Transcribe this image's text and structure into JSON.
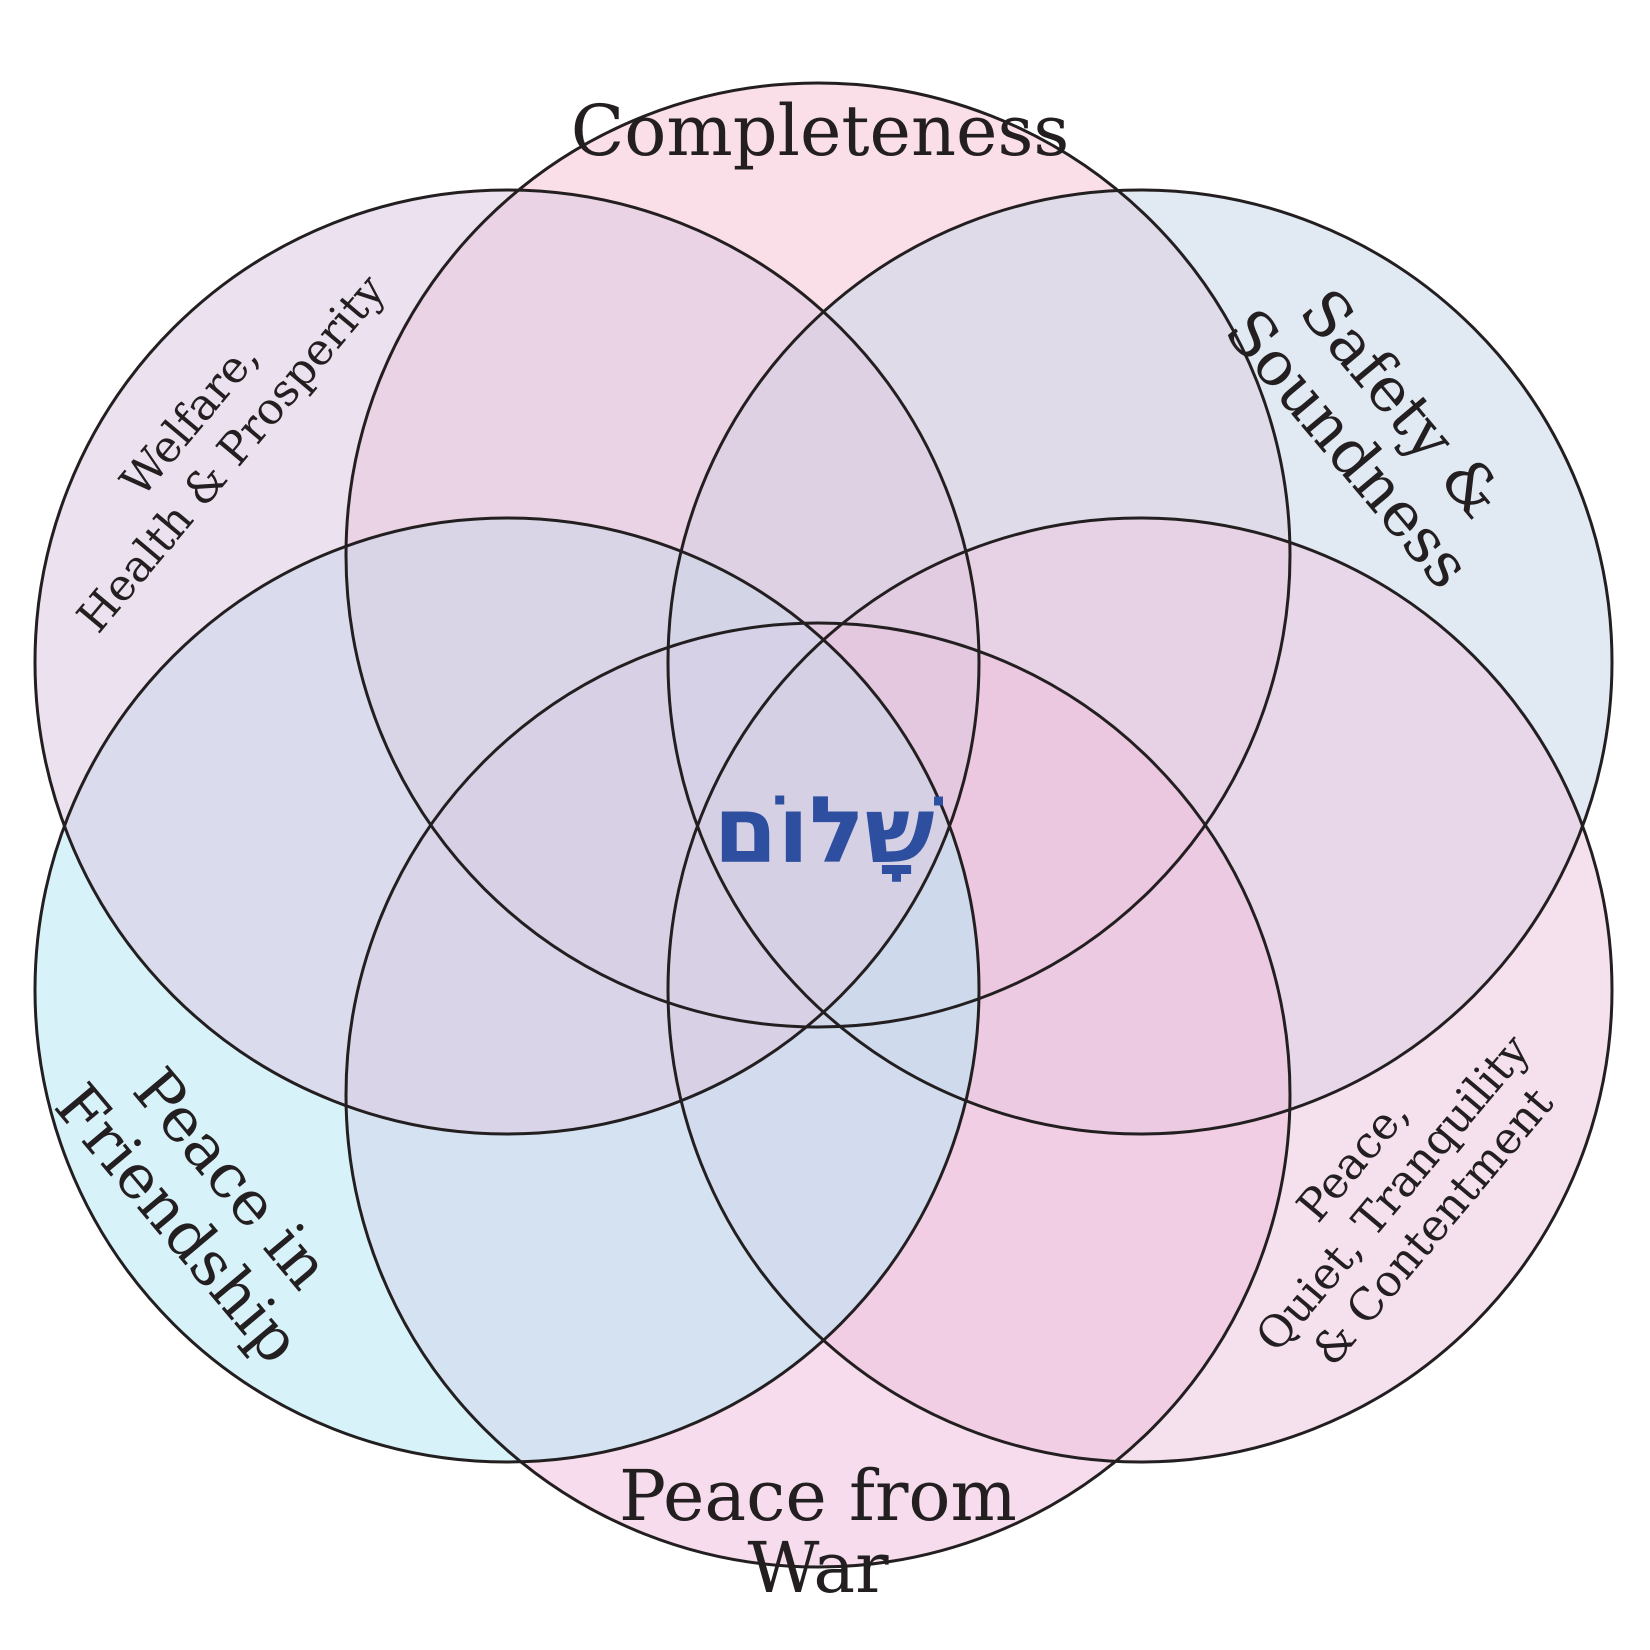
{
  "center": {
    "text": "שָׁלוֹם",
    "color": "#2e4fa0"
  },
  "circles": [
    {
      "key": "completeness",
      "fill": "#f6c4d6",
      "lines": [
        "Completeness"
      ]
    },
    {
      "key": "safety",
      "fill": "#c9d7ea",
      "lines": [
        "Safety &",
        "Soundness"
      ]
    },
    {
      "key": "quiet",
      "fill": "#ecc8e0",
      "lines": [
        "Peace,",
        "Quiet, Tranquility",
        "& Contentment"
      ]
    },
    {
      "key": "war",
      "fill": "#eec0dc",
      "lines": [
        "Peace from",
        "War"
      ]
    },
    {
      "key": "friendship",
      "fill": "#b8e8f6",
      "lines": [
        "Peace in",
        "Friendship"
      ]
    },
    {
      "key": "welfare",
      "fill": "#dcc8e0",
      "lines": [
        "Welfare,",
        "Health & Prosperity"
      ]
    }
  ],
  "stroke_color": "#231f20"
}
